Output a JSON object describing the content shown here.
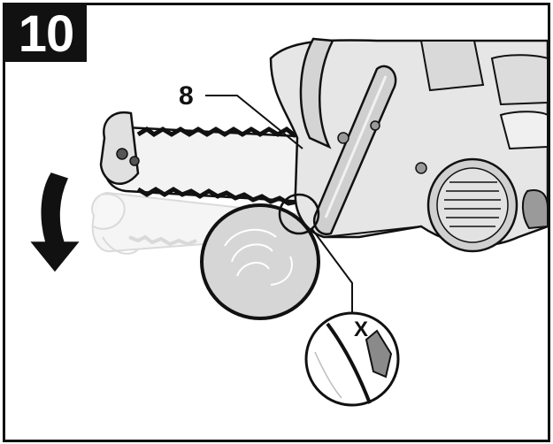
{
  "step": {
    "number": "10"
  },
  "callouts": {
    "part": "8",
    "detail": "X"
  },
  "icons": {
    "rotate-direction": "curved-down-arrow-icon",
    "chain-tooth-detail": "magnifier-circle-icon"
  },
  "colors": {
    "ink": "#111111",
    "light_gray": "#e6e6e6",
    "mid_gray": "#c8c8c8",
    "ghost_gray": "#dddddd"
  }
}
